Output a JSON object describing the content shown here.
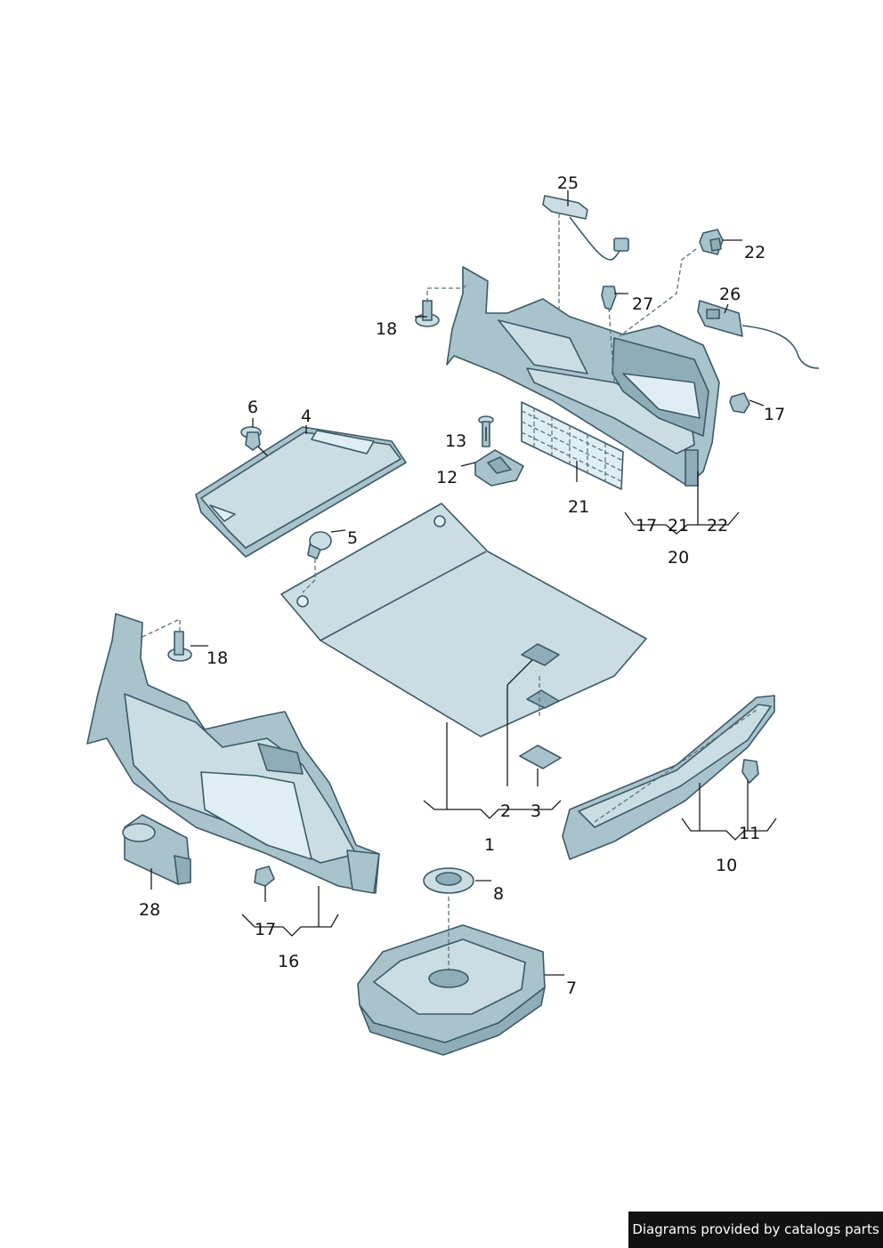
{
  "credit": "Diagrams provided by catalogs parts",
  "callouts": {
    "c25": "25",
    "c22a": "22",
    "c26": "26",
    "c27": "27",
    "c18a": "18",
    "c6": "6",
    "c4": "4",
    "c13": "13",
    "c12": "12",
    "c21a": "21",
    "c17a": "17",
    "c17b": "17",
    "c21b": "21",
    "c22b": "22",
    "c20": "20",
    "c5": "5",
    "c18b": "18",
    "c2": "2",
    "c3": "3",
    "c1": "1",
    "c11": "11",
    "c10": "10",
    "c8": "8",
    "c28": "28",
    "c17c": "17",
    "c16": "16",
    "c7": "7"
  }
}
